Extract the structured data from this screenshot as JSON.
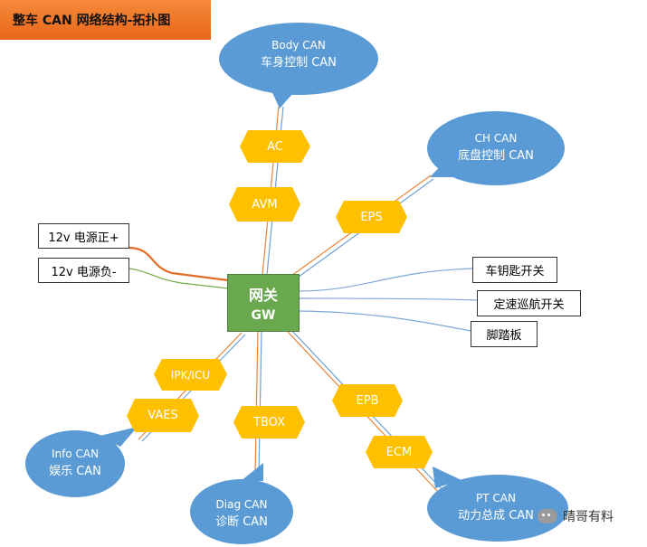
{
  "title": "整车 CAN 网络结构-拓扑图",
  "gateway": {
    "line1": "网关",
    "line2": "GW"
  },
  "buses": {
    "body": {
      "line1": "Body CAN",
      "line2": "车身控制 CAN"
    },
    "ch": {
      "line1": "CH CAN",
      "line2": "底盘控制 CAN"
    },
    "info": {
      "line1": "Info CAN",
      "line2": "娱乐 CAN"
    },
    "diag": {
      "line1": "Diag CAN",
      "line2": "诊断 CAN"
    },
    "pt": {
      "line1": "PT CAN",
      "line2": "动力总成 CAN"
    }
  },
  "ecus": {
    "ac": "AC",
    "avm": "AVM",
    "eps": "EPS",
    "ipk": "IPK/ICU",
    "vaes": "VAES",
    "tbox": "TBOX",
    "epb": "EPB",
    "ecm": "ECM"
  },
  "power": {
    "positive": "12v 电源正+",
    "negative": "12v 电源负-"
  },
  "switches": {
    "key": "车钥匙开关",
    "cruise": "定速巡航开关",
    "pedal": "脚踏板"
  },
  "watermark": "晴哥有料",
  "colors": {
    "bubble": "#5b9bd5",
    "ecu": "#ffc000",
    "gateway": "#6aa84f",
    "title": "#f07a2c",
    "power_line": "#e46c2a",
    "ground_line": "#70ad47",
    "signal_line": "#7fa7d8"
  }
}
